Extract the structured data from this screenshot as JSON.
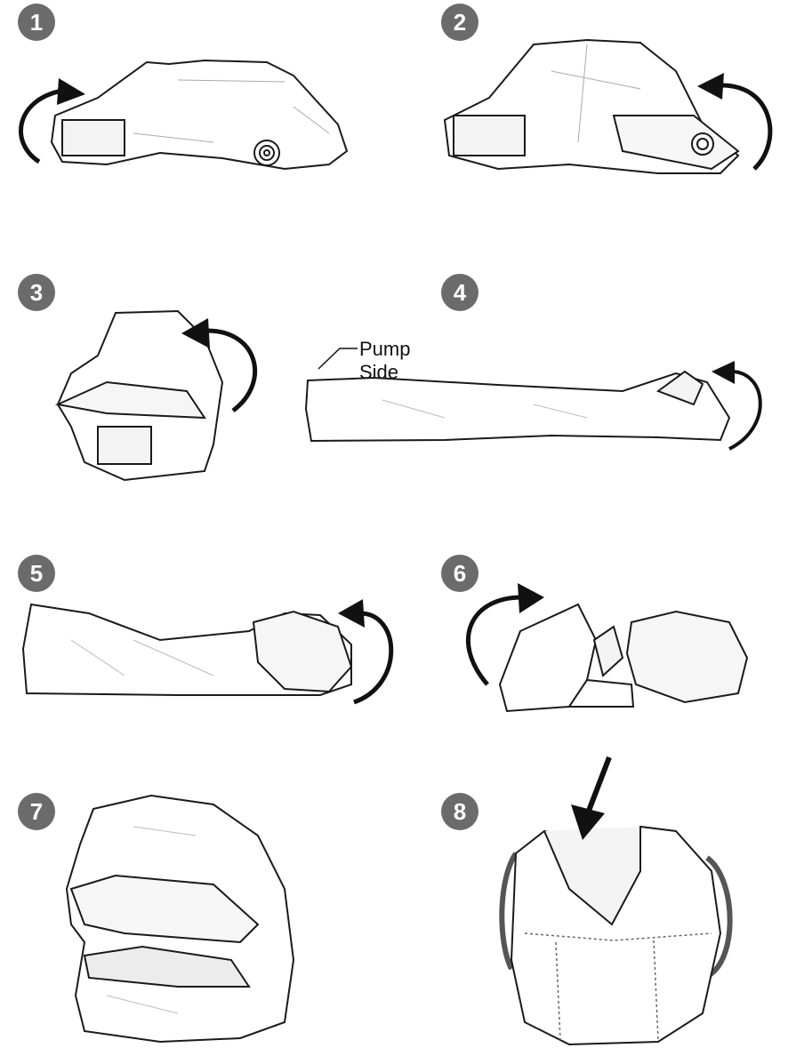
{
  "steps": [
    {
      "number": "1"
    },
    {
      "number": "2"
    },
    {
      "number": "3"
    },
    {
      "number": "4",
      "callout": "Pump Side"
    },
    {
      "number": "5"
    },
    {
      "number": "6"
    },
    {
      "number": "7"
    },
    {
      "number": "8"
    }
  ],
  "colors": {
    "badge": "#6b6b6b",
    "arrow": "#111111",
    "outline": "#1a1a1a",
    "shade": "#c8c8c8"
  },
  "icons": [
    "curved-arrow-icon",
    "down-arrow-icon"
  ]
}
